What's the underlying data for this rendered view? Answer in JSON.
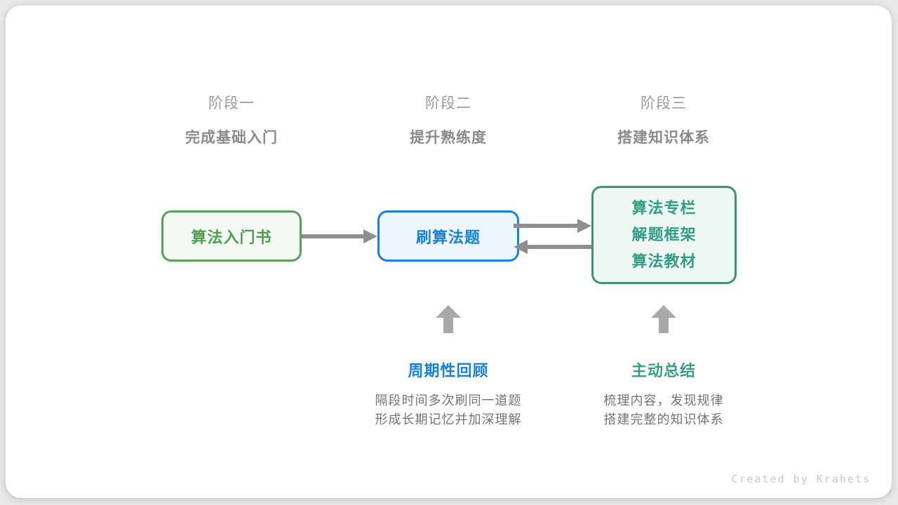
{
  "stages": [
    {
      "title": "阶段一",
      "subtitle": "完成基础入门"
    },
    {
      "title": "阶段二",
      "subtitle": "提升熟练度"
    },
    {
      "title": "阶段三",
      "subtitle": "搭建知识体系"
    }
  ],
  "nodes": {
    "intro_book": {
      "label": "算法入门书"
    },
    "practice": {
      "label": "刷算法题"
    },
    "resources": {
      "lines": [
        "算法专栏",
        "解题框架",
        "算法教材"
      ]
    }
  },
  "annotations": {
    "review": {
      "heading": "周期性回顾",
      "line1": "隔段时间多次刷同一道题",
      "line2": "形成长期记忆并加深理解"
    },
    "summarize": {
      "heading": "主动总结",
      "line1": "梳理内容，发现规律",
      "line2": "搭建完整的知识体系"
    }
  },
  "footer": {
    "credit": "Created by Krahets"
  },
  "icons": {
    "right_arrow": "arrow-right",
    "left_arrow": "arrow-left",
    "up_arrow": "arrow-up-block"
  },
  "colors": {
    "page_background": "#E8E8E8",
    "card_background": "#FFFFFF",
    "stage_title_gray": "#9B9B9B",
    "stage_subtitle_gray": "#8A8A8A",
    "green_border": "#57A05C",
    "green_text": "#4E9D53",
    "green_fill": "#F3F9F3",
    "blue_border": "#1B80D8",
    "blue_text": "#1580D6",
    "blue_fill": "#EEF6FD",
    "teal_border": "#3E917E",
    "teal_text": "#2F9E85",
    "teal_fill": "#EFF7F4",
    "connector_arrow_gray": "#8F8F8F",
    "up_arrow_gray": "#A9A9A9",
    "description_gray": "#747474",
    "footer_gray": "#C9C9C9"
  }
}
